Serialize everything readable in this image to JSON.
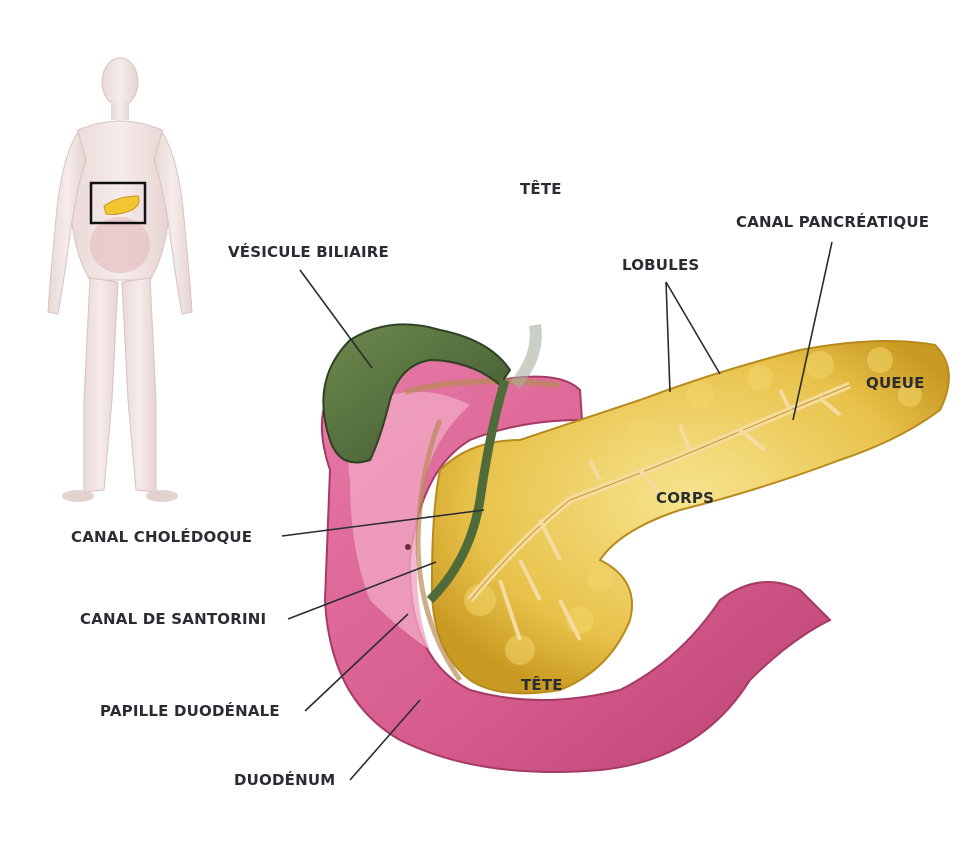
{
  "labels": {
    "tete_top": "TÊTE",
    "vesicule": "VÉSICULE BILIAIRE",
    "lobules": "LOBULES",
    "canal_pancreatique": "CANAL PANCRÉATIQUE",
    "queue": "QUEUE",
    "corps": "CORPS",
    "canal_choledoque": "CANAL CHOLÉDOQUE",
    "canal_santorini": "CANAL DE SANTORINI",
    "papille": "PAPILLE DUODÉNALE",
    "tete_bottom": "TÊTE",
    "duodenum": "DUODÉNUM"
  },
  "colors": {
    "pancreas": "#e8c24a",
    "pancreas_light": "#f4db7a",
    "duodenum": "#d9608f",
    "duodenum_inner": "#f0a9c4",
    "gallbladder": "#4f6b3a",
    "duct": "#f1d79a",
    "text": "#2a2c33"
  }
}
